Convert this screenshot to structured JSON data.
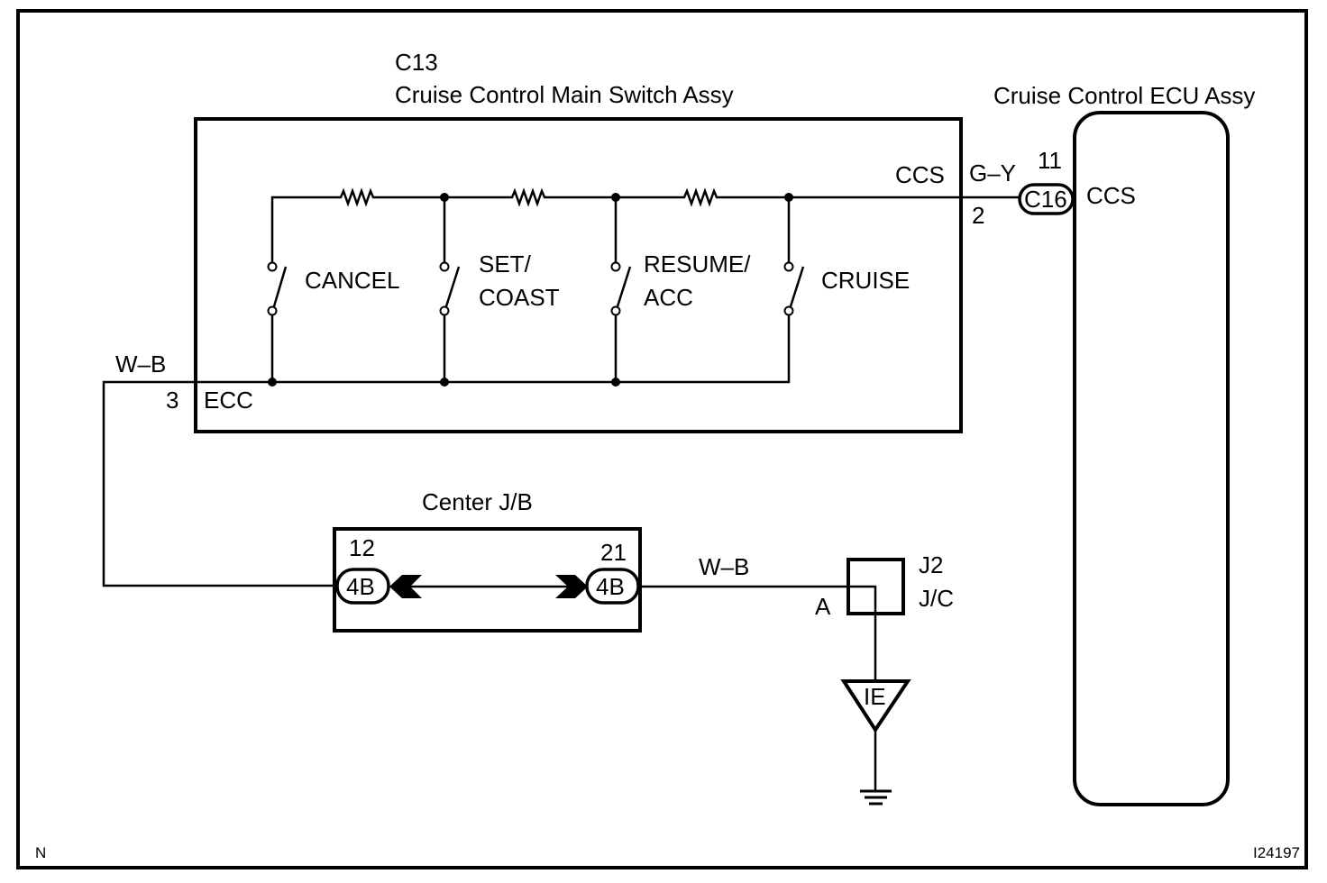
{
  "diagram": {
    "figure_id": "I24197",
    "corner_mark": "N",
    "main_switch": {
      "connector": "C13",
      "title": "Cruise Control Main Switch Assy",
      "switches": [
        {
          "label_line1": "CANCEL",
          "label_line2": ""
        },
        {
          "label_line1": "SET/",
          "label_line2": "COAST"
        },
        {
          "label_line1": "RESUME/",
          "label_line2": "ACC"
        },
        {
          "label_line1": "CRUISE",
          "label_line2": ""
        }
      ],
      "output_terminal": "CCS",
      "output_pin": "2",
      "ground_terminal": "ECC",
      "ground_pin": "3"
    },
    "ecu": {
      "title": "Cruise Control ECU Assy",
      "connector": "C16",
      "pin": "11",
      "terminal": "CCS"
    },
    "wires": {
      "ccs_wire_color": "G–Y",
      "ecc_wire_color": "W–B",
      "jb_to_jc_wire_color": "W–B"
    },
    "junction_block": {
      "title": "Center J/B",
      "left_connector": "4B",
      "left_pin": "12",
      "right_connector": "4B",
      "right_pin": "21"
    },
    "junction_connector": {
      "name": "J2",
      "type": "J/C",
      "terminal": "A"
    },
    "ground_point": "IE"
  }
}
